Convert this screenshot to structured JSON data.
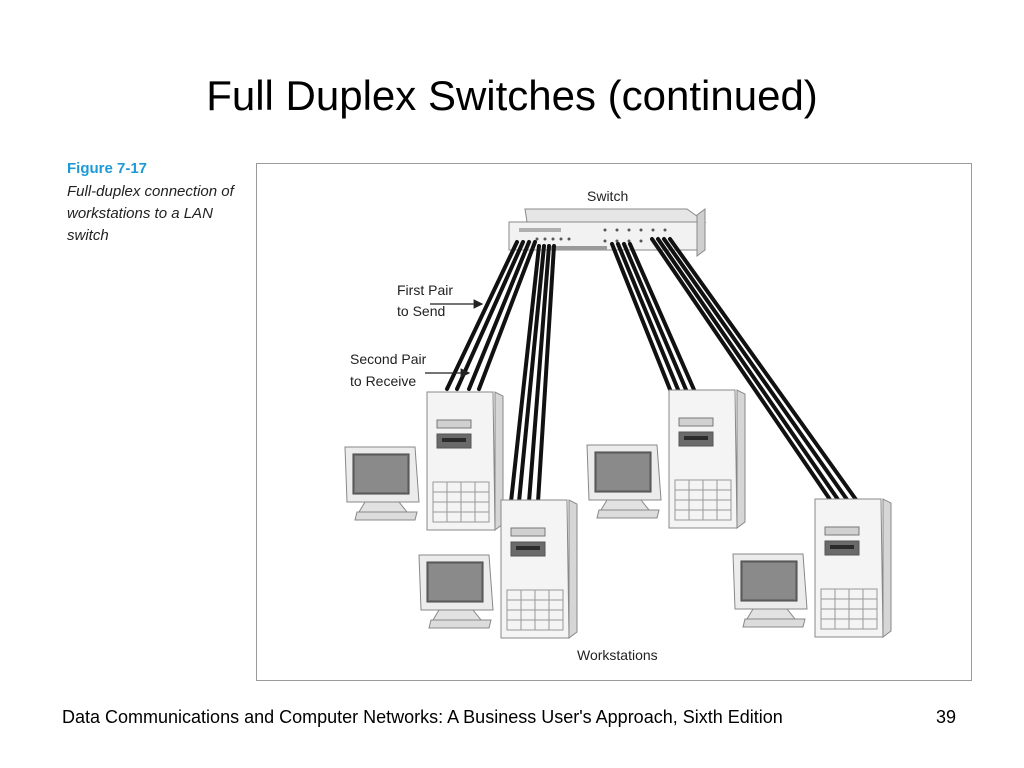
{
  "slide": {
    "title": "Full Duplex Switches (continued)"
  },
  "figure": {
    "label": "Figure 7-17",
    "description": "Full-duplex connection of workstations to a LAN switch",
    "labels": {
      "switch": "Switch",
      "first_pair_line1": "First Pair",
      "first_pair_line2": "to Send",
      "second_pair_line1": "Second Pair",
      "second_pair_line2": "to Receive",
      "workstations": "Workstations"
    }
  },
  "footer": {
    "text": "Data Communications and Computer Networks: A Business User's Approach, Sixth Edition",
    "page_number": "39"
  }
}
